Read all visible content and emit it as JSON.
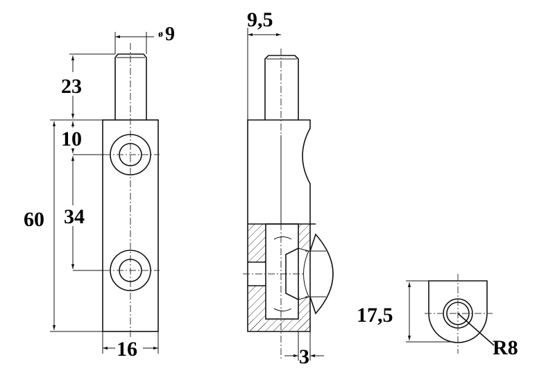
{
  "drawing": {
    "front_view": {
      "dims": {
        "pin_diameter_symbol": "ø",
        "pin_diameter": "9",
        "pin_length": "23",
        "hole_offset": "10",
        "hole_spacing": "34",
        "body_height": "60",
        "body_width": "16"
      }
    },
    "side_view": {
      "dims": {
        "pin_offset": "9,5",
        "ball_protrusion": "3"
      }
    },
    "bottom_view": {
      "dims": {
        "depth": "17,5",
        "radius": "R8"
      }
    }
  }
}
